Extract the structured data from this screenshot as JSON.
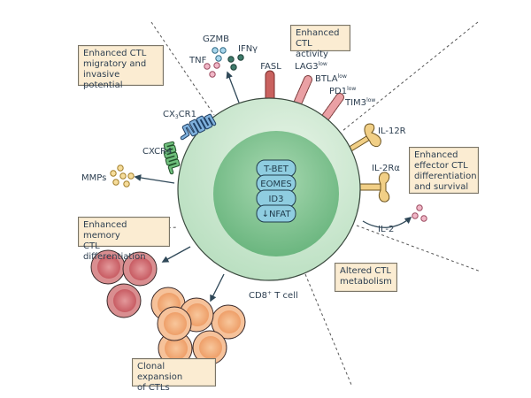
{
  "figure": {
    "cell_label": "CD8",
    "cell_label_sup": "+",
    "cell_label_suffix": " T cell",
    "colors": {
      "cell_outer": "#c9e6cc",
      "cell_nucleus": "#8ecb9c",
      "box_fill": "#fbecd2",
      "tf_fill": "#8fcde0",
      "fasl": "#c9625f",
      "inhibitory_receptor": "#eaa0a4",
      "cx3cr1": "#7fb0dc",
      "cxcr4": "#6fbf7c",
      "il_receptor": "#f1cf86",
      "memory_cell": "#d47a7e",
      "expansion_cell": "#f3b07f"
    }
  },
  "boxes": {
    "migratory": "Enhanced CTL\nmigratory and\ninvasive potential",
    "activity": "Enhanced\nCTL activity",
    "effector": "Enhanced\neffector CTL\ndifferentiation\nand survival",
    "metabolism": "Altered CTL\nmetabolism",
    "memory": "Enhanced memory\nCTL differentiation",
    "clonal": "Clonal expansion\nof CTLs"
  },
  "transcription_factors": [
    "T-BET",
    "EOMES",
    "ID3",
    "↓NFAT"
  ],
  "cytokines": {
    "gzmb": "GZMB",
    "ifng": "IFNγ",
    "tnf": "TNF",
    "mmps": "MMPs",
    "il2": "IL-2"
  },
  "receptors": {
    "fasl": "FASL",
    "lag3": "LAG3",
    "btla": "BTLA",
    "pd1": "PD1",
    "tim3": "TIM3",
    "low_sup": "low",
    "cx3cr1_a": "CX",
    "cx3cr1_sub": "3",
    "cx3cr1_b": "CR1",
    "cxcr4": "CXCR4",
    "il12r": "IL-12R",
    "il2ra": "IL-2Rα"
  }
}
